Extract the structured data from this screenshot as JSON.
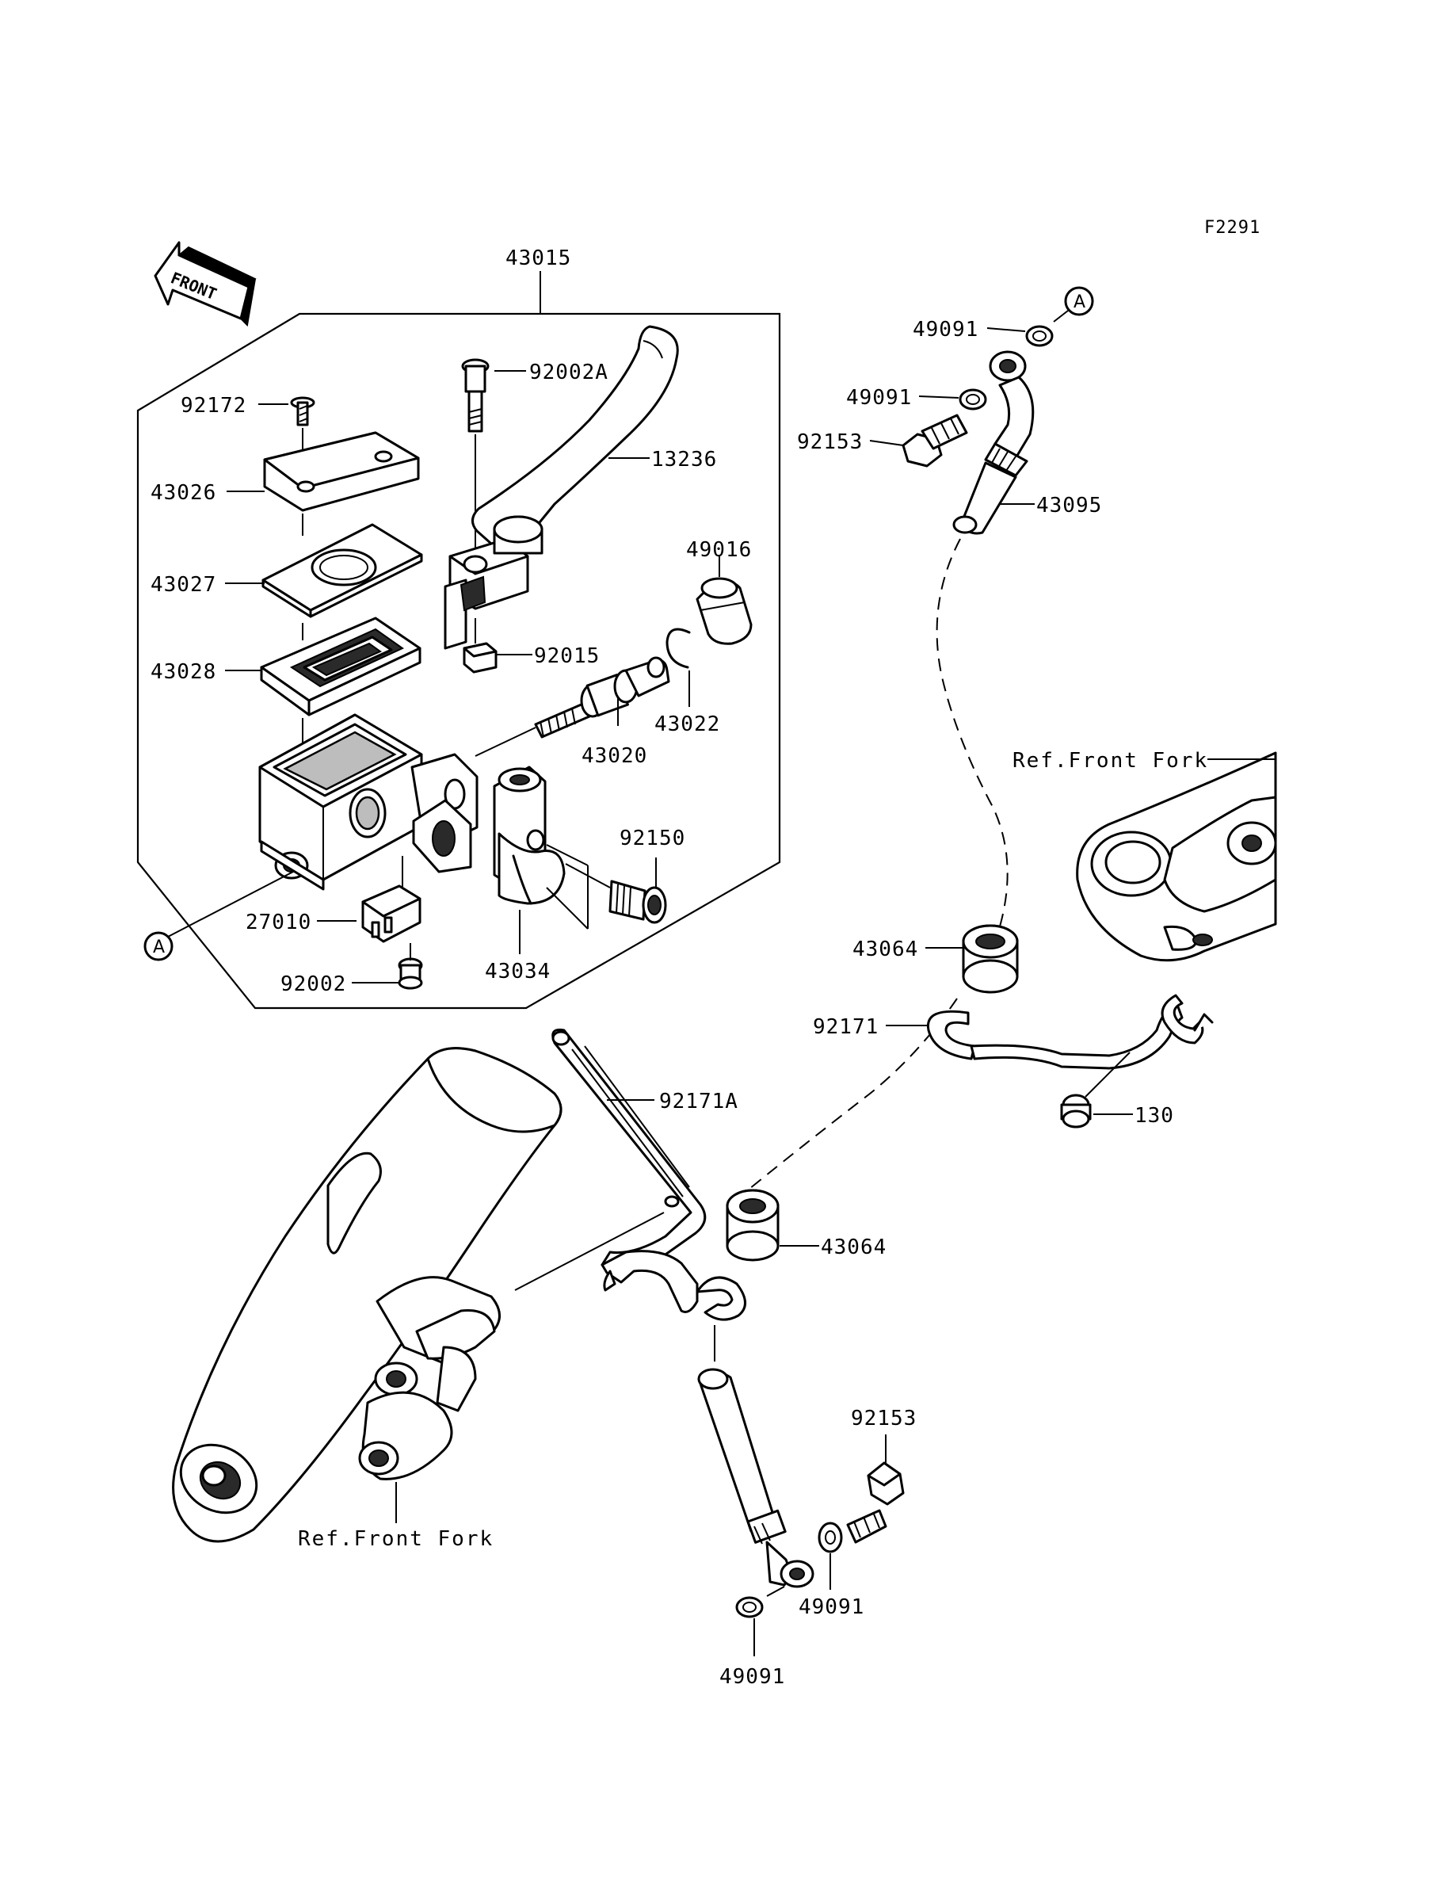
{
  "diagram": {
    "code": "F2291",
    "front_label": "FRONT",
    "marker_letter": "A",
    "ref_front_fork": "Ref.Front Fork",
    "labels": {
      "p43015": "43015",
      "p92002A": "92002A",
      "p92172": "92172",
      "p13236": "13236",
      "p43026": "43026",
      "p49016": "49016",
      "p43027": "43027",
      "p43028": "43028",
      "p92015": "92015",
      "p43022": "43022",
      "p43020": "43020",
      "p92150": "92150",
      "p27010": "27010",
      "p43034": "43034",
      "p92002": "92002",
      "p49091_a": "49091",
      "p49091_b": "49091",
      "p92153_a": "92153",
      "p43095": "43095",
      "p43064_a": "43064",
      "p92171": "92171",
      "p130": "130",
      "p92171A": "92171A",
      "p43064_b": "43064",
      "p92153_b": "92153",
      "p49091_c": "49091",
      "p49091_d": "49091"
    }
  }
}
